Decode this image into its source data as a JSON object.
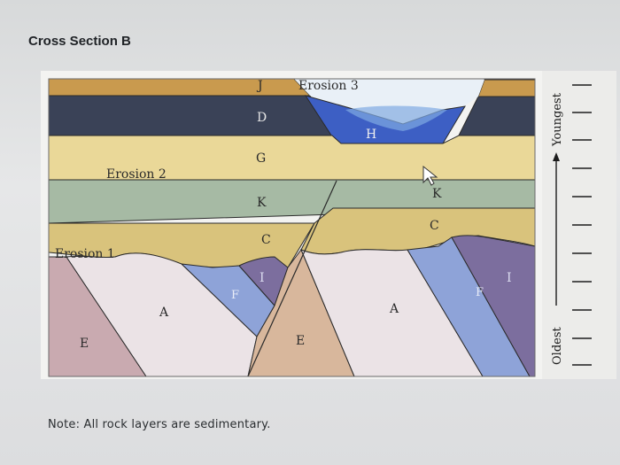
{
  "title": "Cross Section B",
  "note": "Note: All rock layers are sedimentary.",
  "scale": {
    "youngest": "Youngest",
    "oldest": "Oldest"
  },
  "erosion_labels": {
    "e1": "Erosion 1",
    "e2": "Erosion 2",
    "e3": "Erosion 3"
  },
  "layer_labels": {
    "J": "J",
    "D": "D",
    "H": "H",
    "G": "G",
    "K": "K",
    "C": "C",
    "I": "I",
    "F": "F",
    "A": "A",
    "E": "E"
  },
  "colors": {
    "J": "#c99a4e",
    "D": "#3a4257",
    "H": "#3d5fc4",
    "G": "#ead898",
    "K": "#a6baa4",
    "C": "#d9c37c",
    "I": "#7c6e9e",
    "F": "#8ea3d8",
    "A": "#ebe3e6",
    "E": "#c9aab0"
  }
}
